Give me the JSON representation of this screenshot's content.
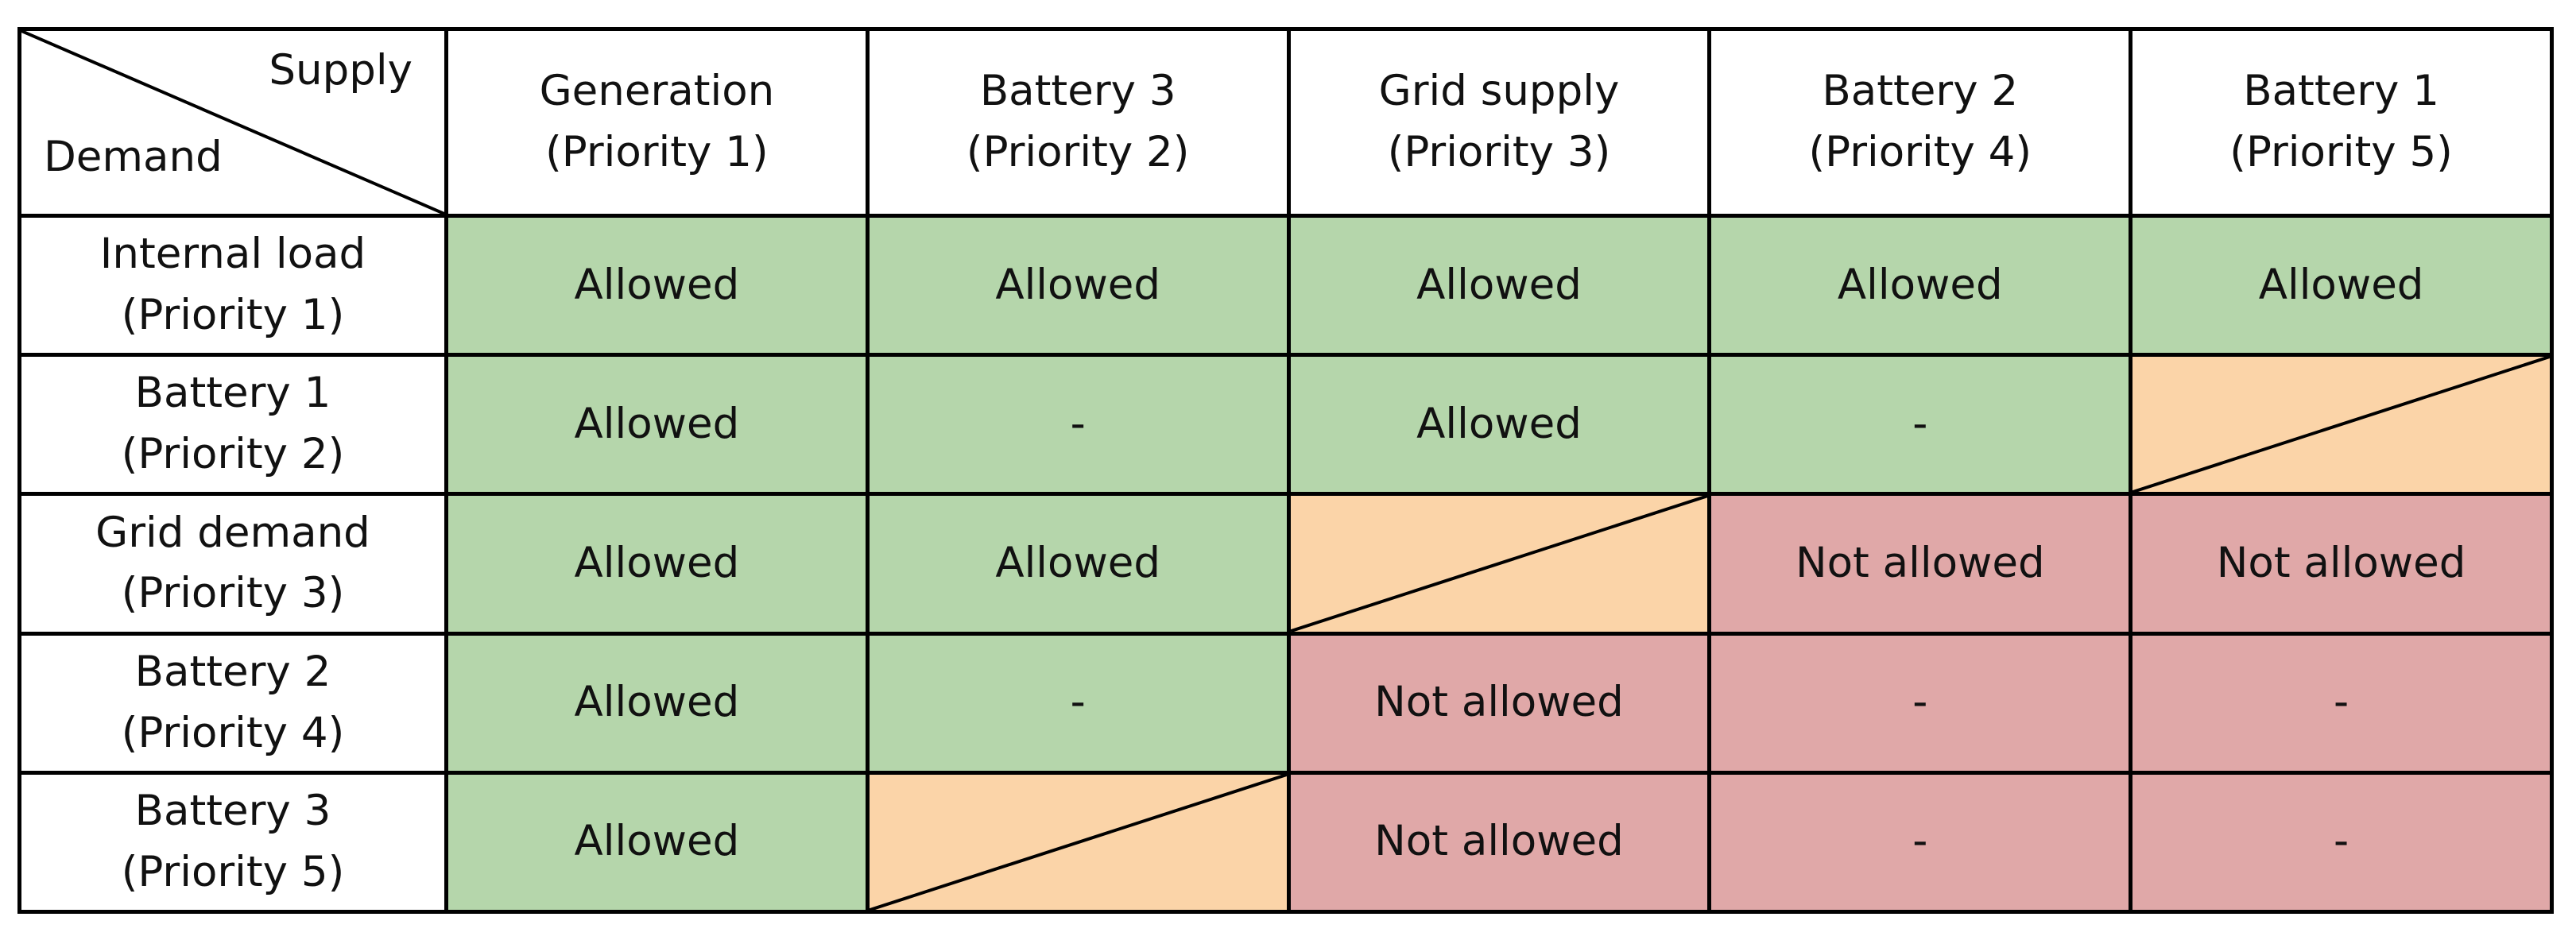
{
  "corner": {
    "supply_label": "Supply",
    "demand_label": "Demand"
  },
  "columns": [
    "Generation\n(Priority 1)",
    "Battery 3\n(Priority 2)",
    "Grid supply\n(Priority 3)",
    "Battery 2\n(Priority 4)",
    "Battery 1\n(Priority 5)"
  ],
  "rows": [
    "Internal load\n(Priority 1)",
    "Battery 1\n(Priority 2)",
    "Grid demand\n(Priority 3)",
    "Battery 2\n(Priority 4)",
    "Battery 3\n(Priority 5)"
  ],
  "cells": [
    [
      "Allowed",
      "Allowed",
      "Allowed",
      "Allowed",
      "Allowed"
    ],
    [
      "Allowed",
      "-",
      "Allowed",
      "-",
      ""
    ],
    [
      "Allowed",
      "Allowed",
      "",
      "Not allowed",
      "Not allowed"
    ],
    [
      "Allowed",
      "-",
      "Not allowed",
      "-",
      "-"
    ],
    [
      "Allowed",
      "",
      "Not allowed",
      "-",
      "-"
    ]
  ],
  "cell_status": [
    [
      "allowed",
      "allowed",
      "allowed",
      "allowed",
      "allowed"
    ],
    [
      "allowed",
      "allowed",
      "allowed",
      "allowed",
      "self"
    ],
    [
      "allowed",
      "allowed",
      "self",
      "notallowed",
      "notallowed"
    ],
    [
      "allowed",
      "allowed",
      "notallowed",
      "notallowed",
      "notallowed"
    ],
    [
      "allowed",
      "self",
      "notallowed",
      "notallowed",
      "notallowed"
    ]
  ],
  "colors": {
    "allowed": "#b5d6ab",
    "not_allowed": "#e0a8a8",
    "self": "#fbd4a8",
    "grid_line": "#000000"
  }
}
